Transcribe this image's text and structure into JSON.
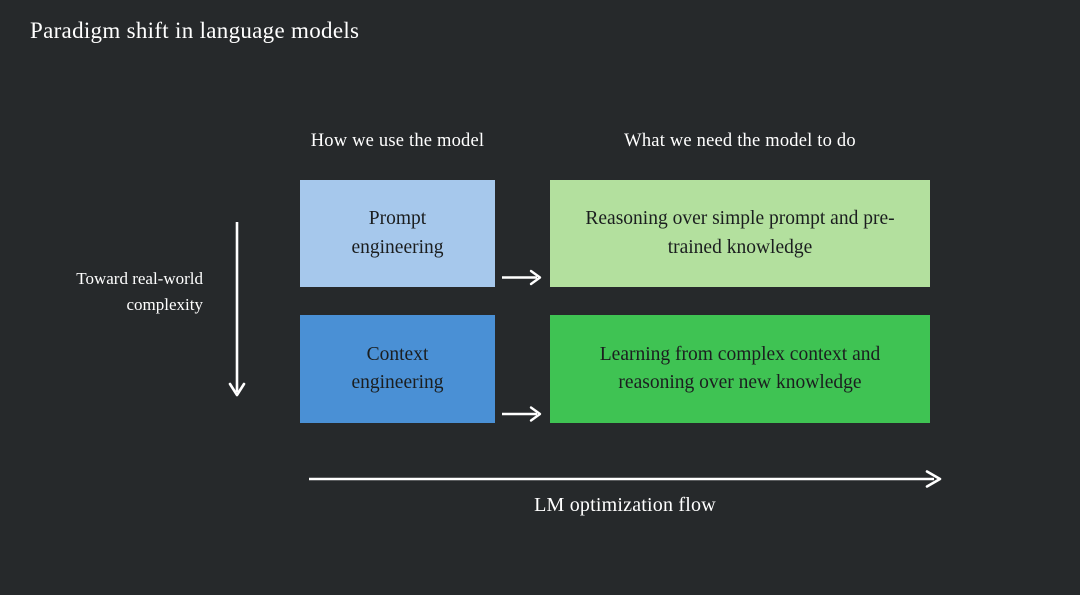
{
  "title": "Paradigm shift in language models",
  "columns": {
    "left_header": "How we use the model",
    "right_header": "What we need the model to do"
  },
  "vertical_axis": {
    "label_line1": "Toward real-world",
    "label_line2": "complexity"
  },
  "rows": [
    {
      "method": "Prompt engineering",
      "need": "Reasoning over simple prompt and pre-trained knowledge"
    },
    {
      "method": "Context engineering",
      "need": "Learning from complex context and reasoning over new knowledge"
    }
  ],
  "bottom_axis": {
    "label": "LM optimization flow"
  },
  "colors": {
    "background": "#26292b",
    "prompt_box": "#a6c8ec",
    "context_box": "#4a90d5",
    "reasoning_box": "#b3e09e",
    "learning_box": "#3fc353",
    "text_light": "#ffffff",
    "text_dark": "#1b1e1f"
  }
}
